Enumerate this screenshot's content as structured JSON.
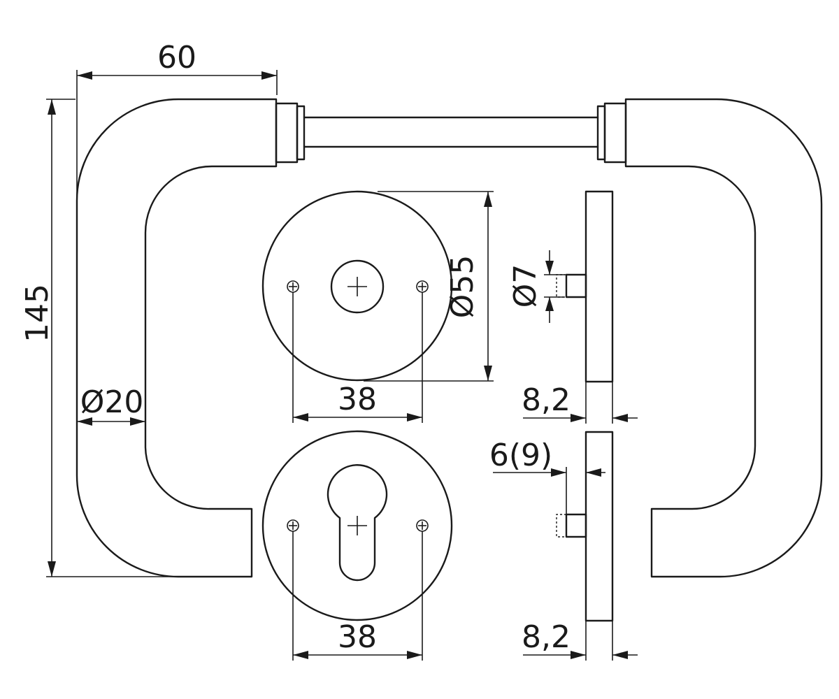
{
  "dimensions": {
    "handle_reach": "60",
    "handle_height": "145",
    "grip_diameter": "Ø20",
    "rose_diameter": "Ø55",
    "screw_spacing_top": "38",
    "screw_spacing_bottom": "38",
    "pin_diameter": "Ø7",
    "rose_thickness_top": "8,2",
    "rose_thickness_bottom": "8,2",
    "pin_offset": "6(9)"
  }
}
